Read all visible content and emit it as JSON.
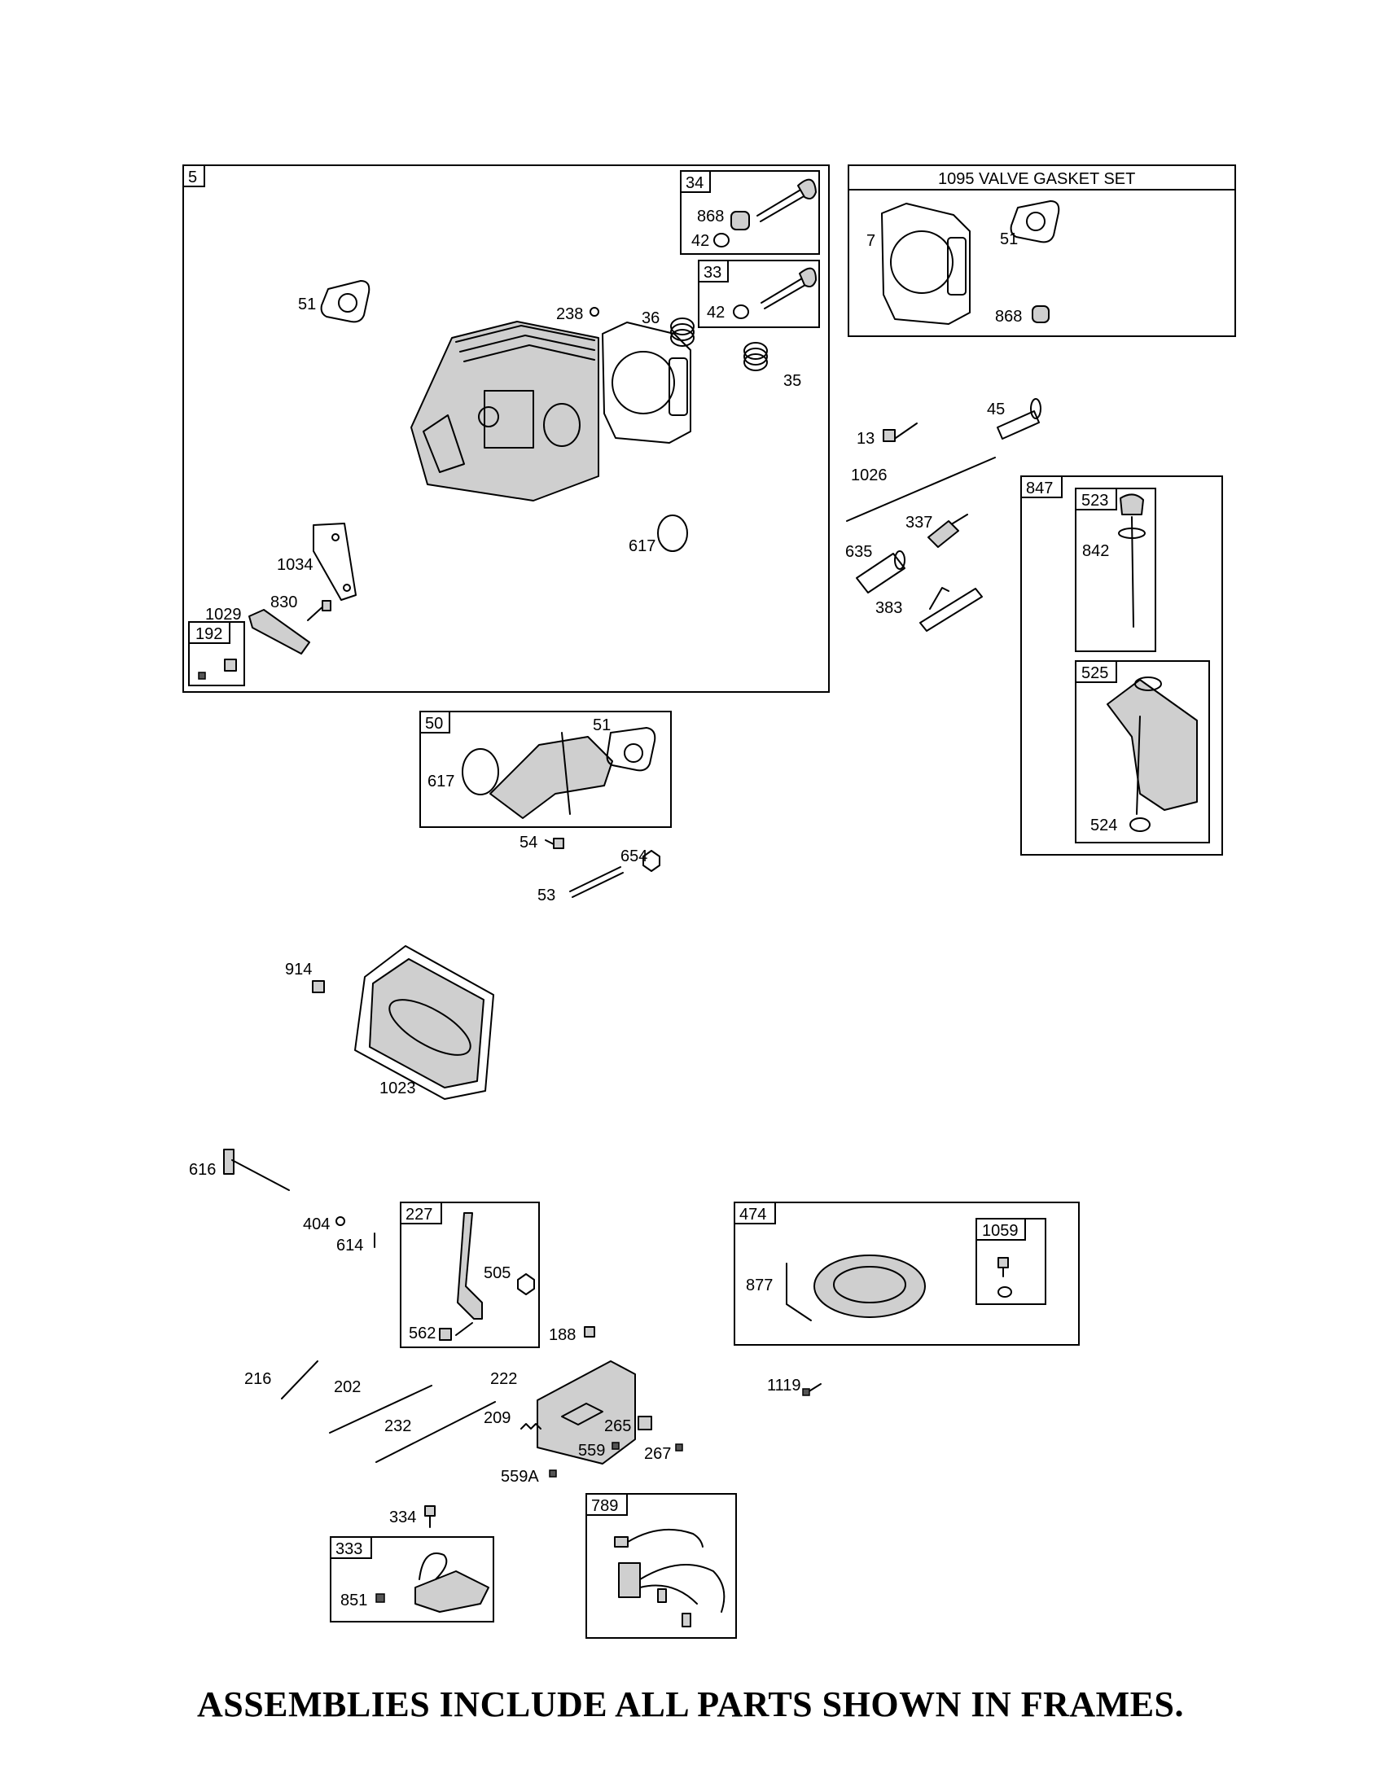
{
  "frames": {
    "f5": "5",
    "f34": "34",
    "f33": "33",
    "f1095": "1095 VALVE GASKET SET",
    "f192": "192",
    "f50": "50",
    "f847": "847",
    "f523": "523",
    "f525": "525",
    "f227": "227",
    "f474": "474",
    "f1059": "1059",
    "f333": "333",
    "f789": "789"
  },
  "labels": {
    "l51a": "51",
    "l238": "238",
    "l36": "36",
    "l7a": "7",
    "l35": "35",
    "l868a": "868",
    "l42a": "42",
    "l42b": "42",
    "l617a": "617",
    "l1034": "1034",
    "l830": "830",
    "l1029": "1029",
    "l7b": "7",
    "l51b": "51",
    "l868b": "868",
    "l13": "13",
    "l45": "45",
    "l1026": "1026",
    "l337": "337",
    "l635": "635",
    "l383": "383",
    "l842": "842",
    "l524": "524",
    "l51c": "51",
    "l617b": "617",
    "l54": "54",
    "l654": "654",
    "l53": "53",
    "l914": "914",
    "l1023": "1023",
    "l616": "616",
    "l404": "404",
    "l614": "614",
    "l505": "505",
    "l562": "562",
    "l188": "188",
    "l877": "877",
    "l216": "216",
    "l202": "202",
    "l232": "232",
    "l222": "222",
    "l209": "209",
    "l265": "265",
    "l559": "559",
    "l267": "267",
    "l1119": "1119",
    "l559A": "559A",
    "l334": "334",
    "l851": "851"
  },
  "footer": "ASSEMBLIES INCLUDE ALL PARTS SHOWN IN FRAMES."
}
